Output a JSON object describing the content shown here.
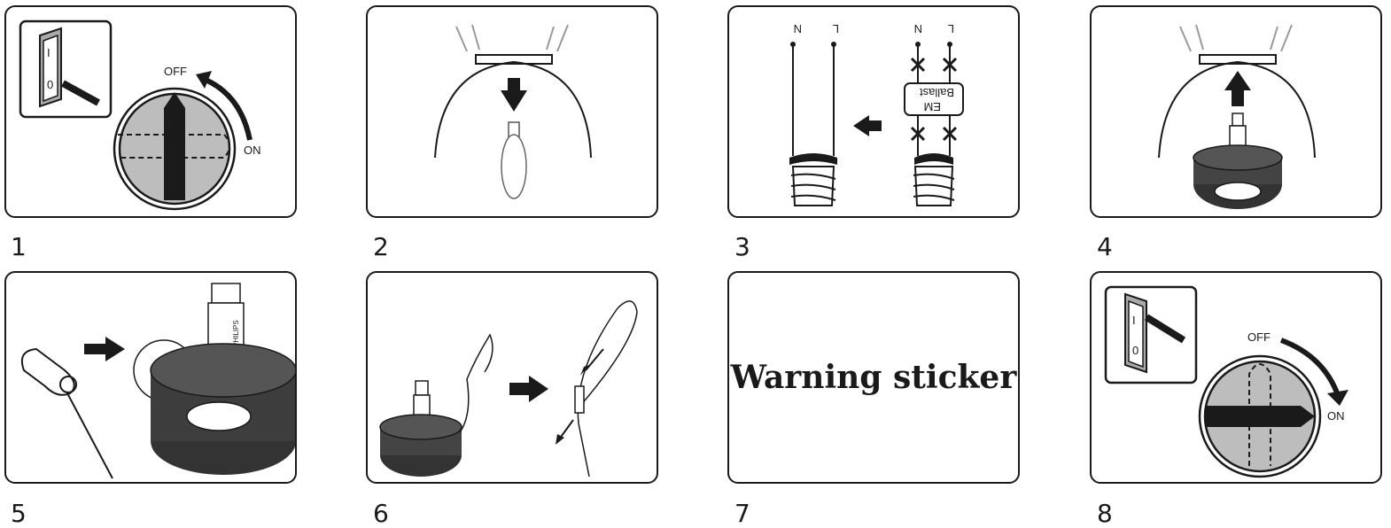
{
  "steps": [
    {
      "number": "1",
      "off_label": "OFF",
      "on_label": "ON",
      "switch_marks": "I",
      "switch_zero": "0"
    },
    {
      "number": "2"
    },
    {
      "number": "3",
      "wire_n": "N",
      "wire_l": "L",
      "ballast_line1": "EM",
      "ballast_line2": "Ballast"
    },
    {
      "number": "4"
    },
    {
      "number": "5",
      "brand": "PHILIPS"
    },
    {
      "number": "6"
    },
    {
      "number": "7",
      "text": "Warning sticker"
    },
    {
      "number": "8",
      "off_label": "OFF",
      "on_label": "ON",
      "switch_marks": "I",
      "switch_zero": "0"
    }
  ]
}
